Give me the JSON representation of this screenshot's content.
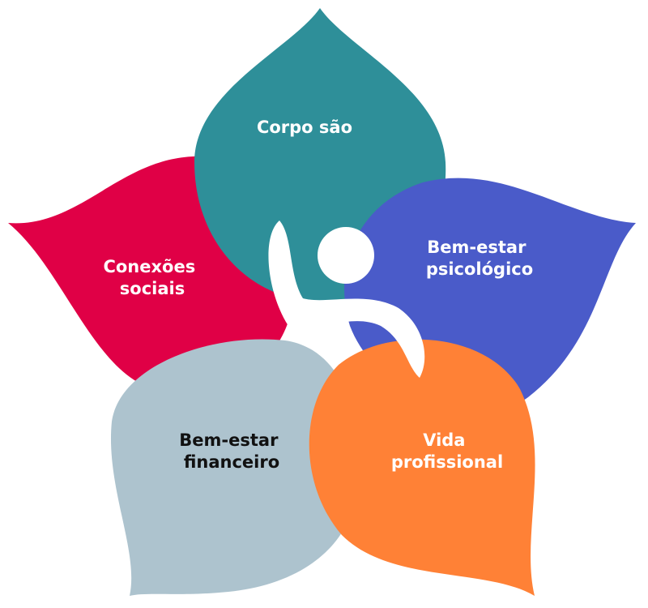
{
  "petals": [
    {
      "id": "conexoes-sociais",
      "lines": [
        "Conexões",
        "sociais"
      ],
      "color": "#E00046",
      "text_color": "#FFFFFF"
    },
    {
      "id": "corpo-sao",
      "lines": [
        "Corpo são"
      ],
      "color": "#2E8F99",
      "text_color": "#FFFFFF"
    },
    {
      "id": "bem-estar-psicologico",
      "lines": [
        "Bem-estar",
        "psicológico"
      ],
      "color": "#4A5BC9",
      "text_color": "#FFFFFF"
    },
    {
      "id": "bem-estar-financeiro",
      "lines": [
        "Bem-estar",
        "financeiro"
      ],
      "color": "#ADC3CE",
      "text_color": "#111111"
    },
    {
      "id": "vida-profissional",
      "lines": [
        "Vida",
        "profissional"
      ],
      "color": "#FF8136",
      "text_color": "#FFFFFF"
    }
  ]
}
